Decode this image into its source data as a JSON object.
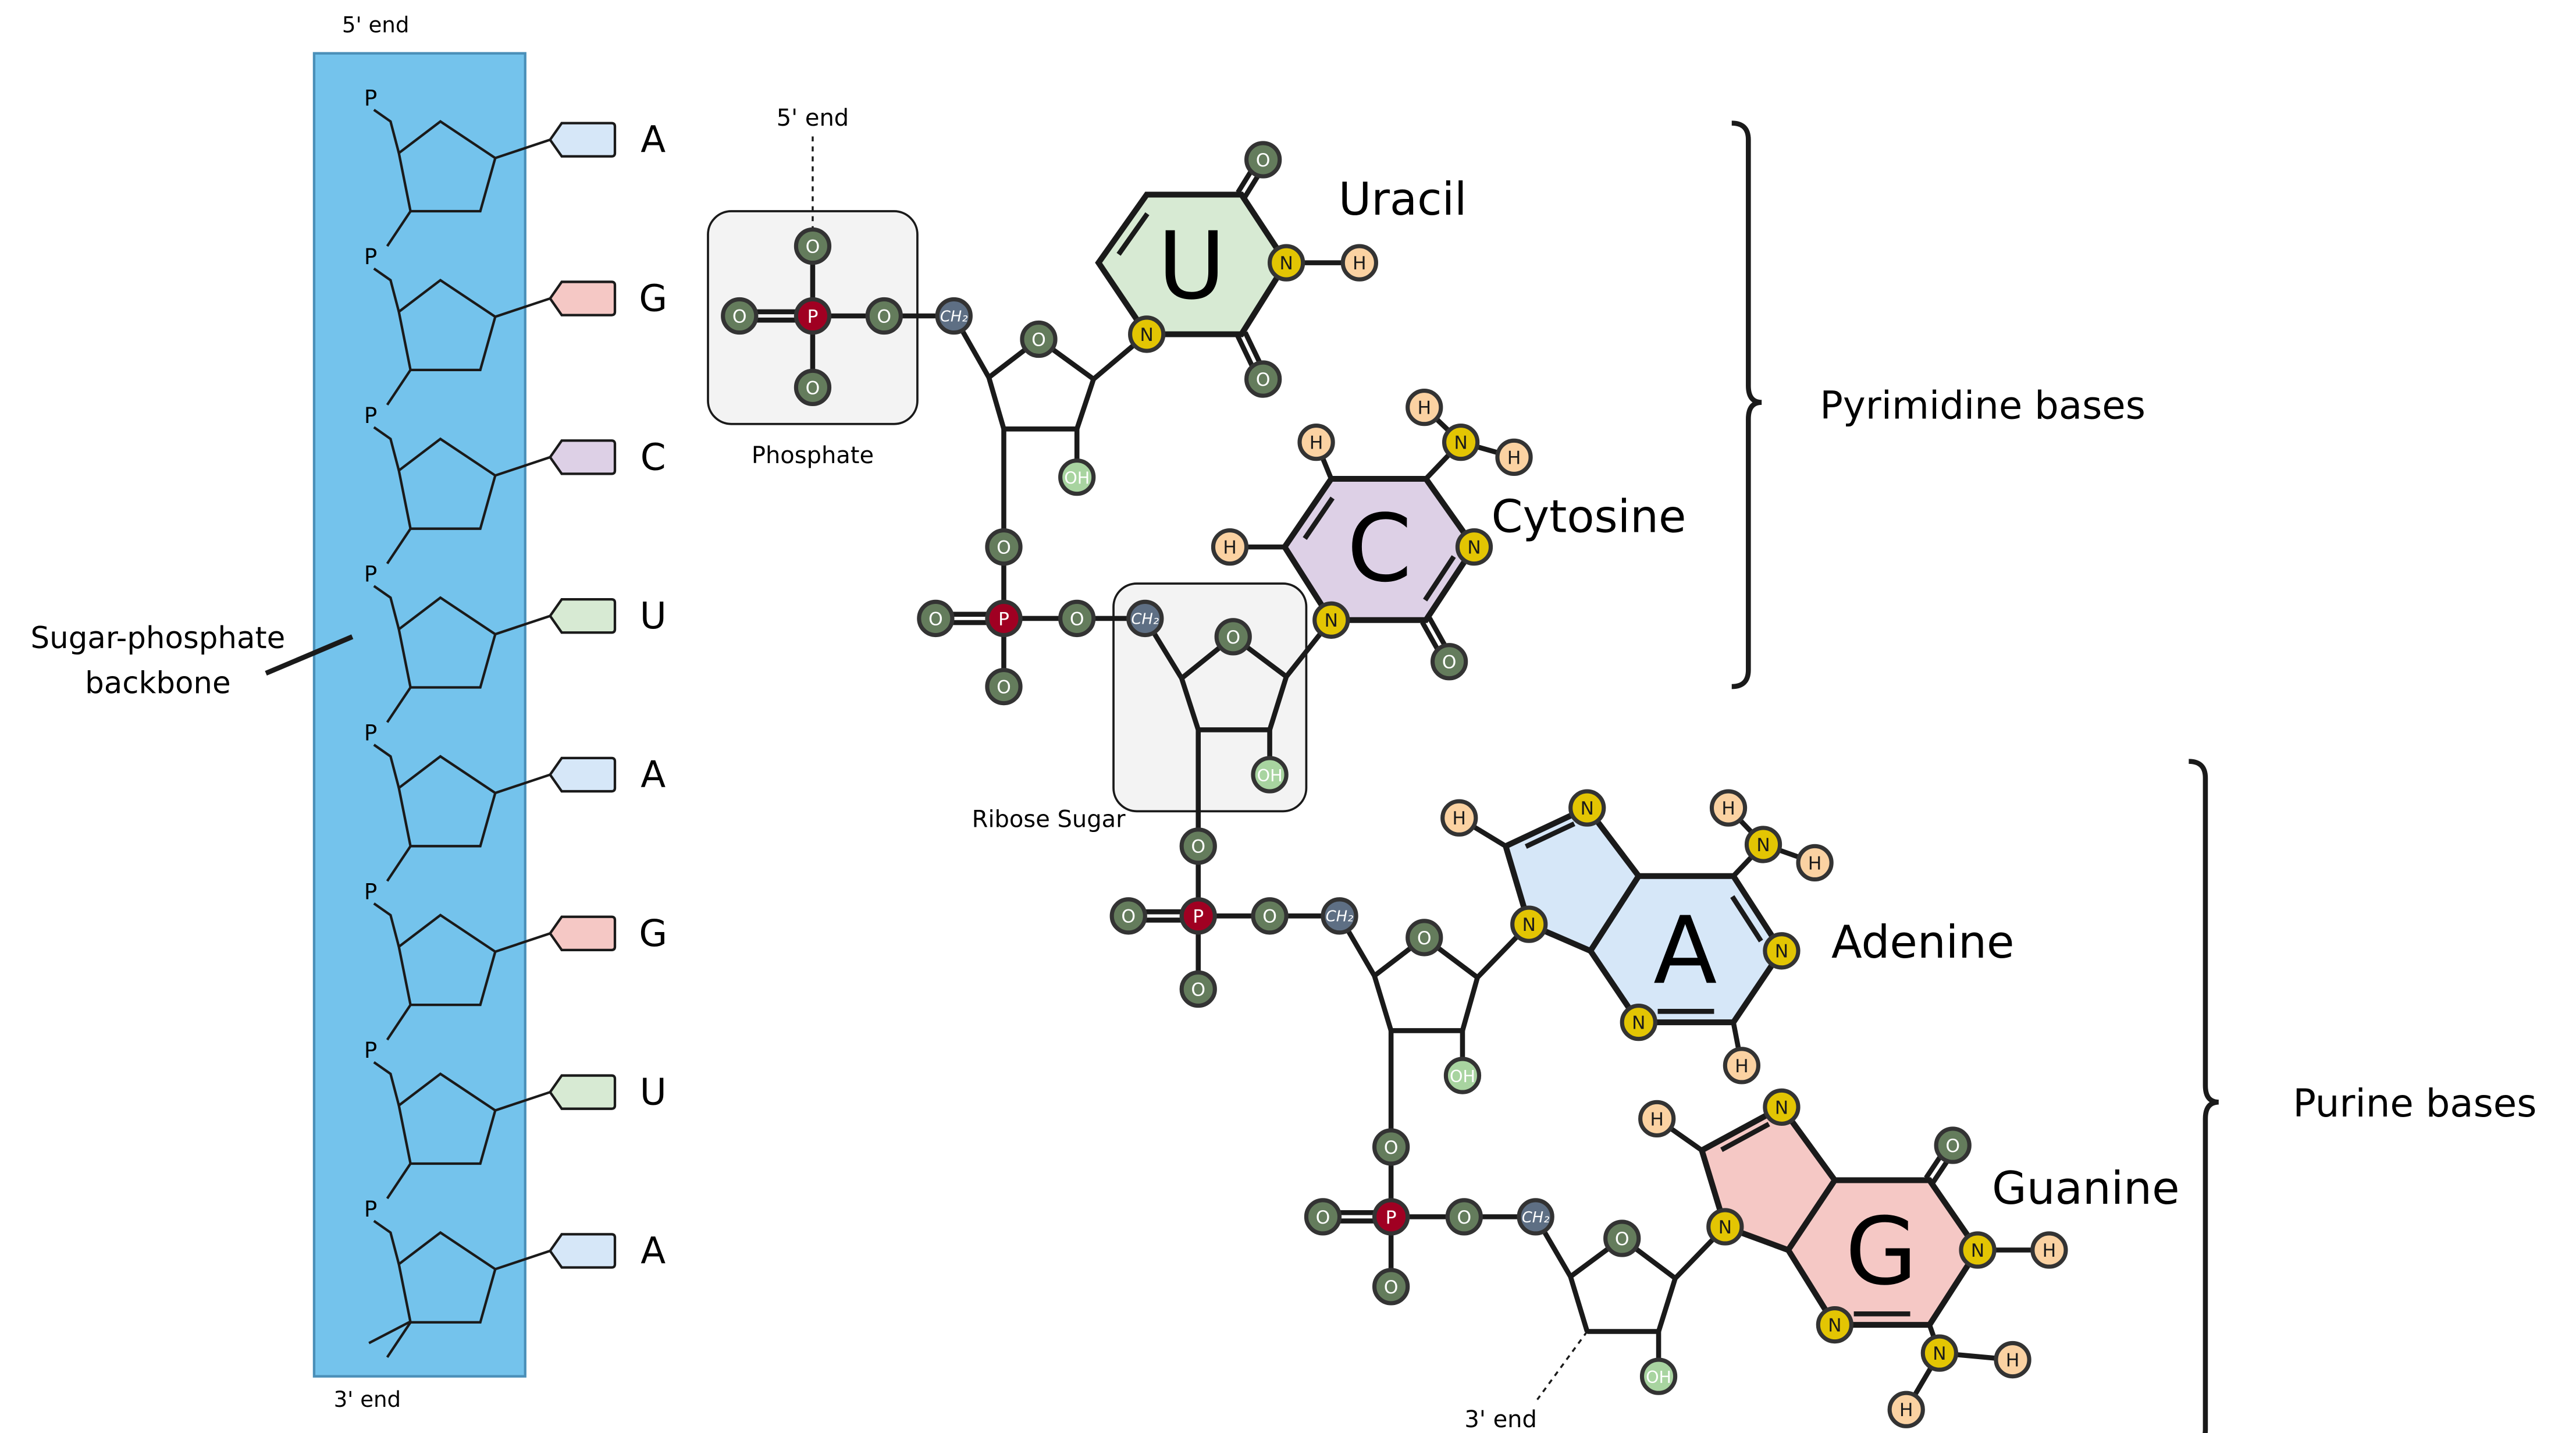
{
  "colors": {
    "backbone": "#74c3ec",
    "backbone_border": "#4a8fb8",
    "oxygen": "#647c5c",
    "phosphorus": "#a00022",
    "nitrogen": "#e3c503",
    "hydrogen": "#fbd2a2",
    "hydroxyl": "#a8d4a0",
    "ch2": "#5e6f84",
    "adenine": "#d6e7f8",
    "guanine": "#f5c8c5",
    "cytosine": "#ddd0e6",
    "uracil": "#d7ead3",
    "box_fill": "#f3f3f3"
  },
  "strand": {
    "five_prime_label": "5' end",
    "three_prime_label": "3' end",
    "phosphate_label": "P",
    "backbone_label_line1": "Sugar-phosphate",
    "backbone_label_line2": "backbone",
    "bases": [
      "A",
      "G",
      "C",
      "U",
      "A",
      "G",
      "U",
      "A"
    ]
  },
  "molecule": {
    "five_prime_label": "5' end",
    "three_prime_label": "3' end",
    "phosphate_box_label": "Phosphate",
    "ribose_box_label": "Ribose Sugar",
    "atoms": {
      "O": "O",
      "P": "P",
      "N": "N",
      "H": "H",
      "OH": "OH",
      "CH2": "CH₂"
    }
  },
  "bases": {
    "uracil": {
      "letter": "U",
      "name": "Uracil"
    },
    "cytosine": {
      "letter": "C",
      "name": "Cytosine"
    },
    "adenine": {
      "letter": "A",
      "name": "Adenine"
    },
    "guanine": {
      "letter": "G",
      "name": "Guanine"
    }
  },
  "groups": {
    "pyrimidine": "Pyrimidine bases",
    "purine": "Purine bases"
  }
}
